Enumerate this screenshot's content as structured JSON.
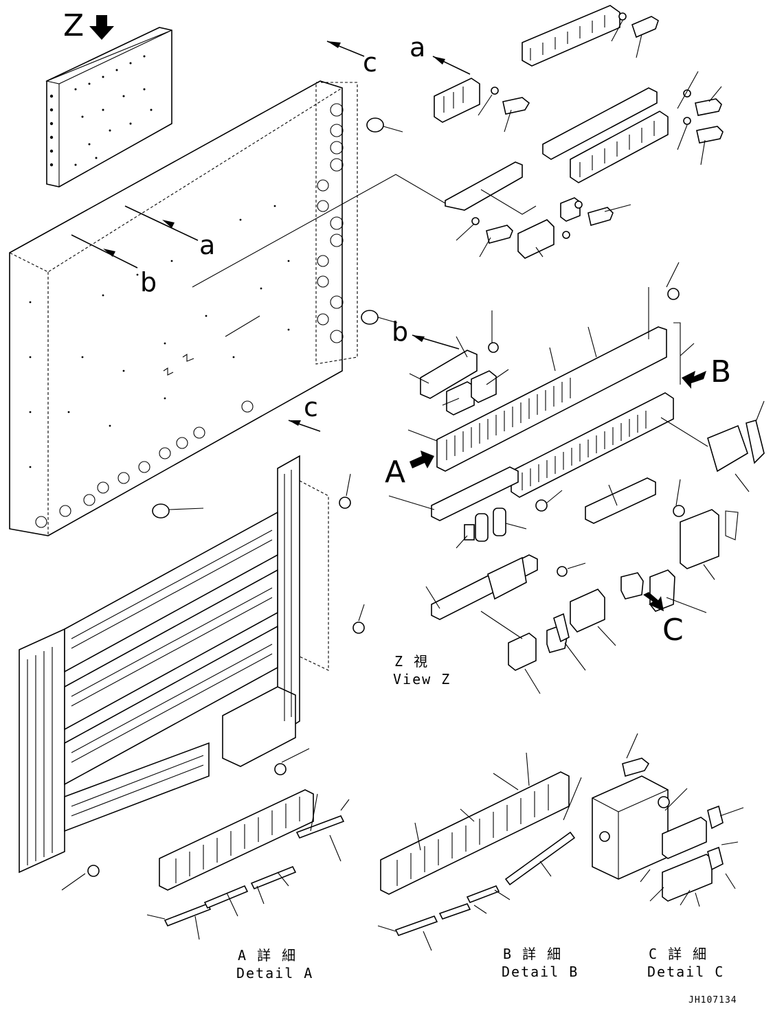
{
  "labels": {
    "view_letter": "Z",
    "a_top": "a",
    "c_top": "c",
    "a_mid": "a",
    "b_mid": "b",
    "b_right": "b",
    "B_big": "B",
    "A_big": "A",
    "c_low": "c",
    "C_big": "C"
  },
  "captions": {
    "view_z_jp": "Z 視",
    "view_z_en": "View Z",
    "detail_a_jp": "A 詳 細",
    "detail_a_en": "Detail A",
    "detail_b_jp": "B 詳 細",
    "detail_b_en": "Detail B",
    "detail_c_jp": "C 詳 細",
    "detail_c_en": "Detail C"
  },
  "drawing_number": "JH107134"
}
